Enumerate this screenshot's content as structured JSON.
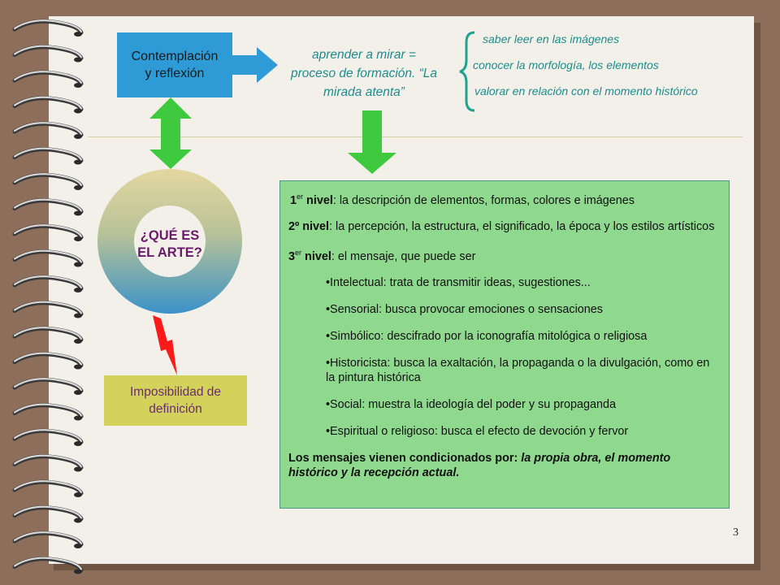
{
  "diagram": {
    "contemplacion": {
      "line1": "Contemplación",
      "line2": "y reflexión"
    },
    "mirar": {
      "line1": "aprender a mirar =",
      "line2": "proceso de formación. “La",
      "line3": "mirada atenta”"
    },
    "ways": [
      "saber leer en las imágenes",
      "conocer la morfología, los elementos",
      "valorar en relación con el momento histórico"
    ],
    "circle": {
      "line1": "¿QUÉ ES",
      "line2": "EL ARTE?"
    },
    "imposibilidad": {
      "line1": "Imposibilidad de",
      "line2": "definición"
    },
    "levels": {
      "n1_num": "1",
      "n1_sup": "er",
      "n1_bold": " nivel",
      "n1_text": ": la descripción de elementos, formas, colores e imágenes",
      "n2_bold": "2º nivel",
      "n2_text": ": la percepción, la estructura, el significado, la época y los estilos artísticos",
      "n3_num": "3",
      "n3_sup": "er",
      "n3_bold": " nivel",
      "n3_text": ": el mensaje, que puede ser",
      "types": [
        "•Intelectual: trata de transmitir ideas, sugestiones...",
        "•Sensorial: busca provocar emociones o sensaciones",
        "•Simbólico: descifrado por la iconografía mitológica o religiosa",
        "•Historicista: busca la exaltación, la propaganda o la divulgación, como en la pintura histórica",
        "•Social: muestra la ideología del poder y su propaganda",
        "•Espiritual o religioso: busca el efecto de devoción y fervor"
      ],
      "final_bold": "Los mensajes vienen condicionados por: ",
      "final_italic": "la propia obra, el momento histórico y la recepción actual."
    }
  },
  "page_number": "3",
  "colors": {
    "blue_box": "#2e9bd6",
    "green_arrow": "#3ec93e",
    "teal_text": "#1e8c8c",
    "purple_text": "#6b1a6b",
    "yellow_box": "#d3d35c",
    "green_box": "#8fd98f",
    "red_bolt": "#ff1a1a"
  }
}
